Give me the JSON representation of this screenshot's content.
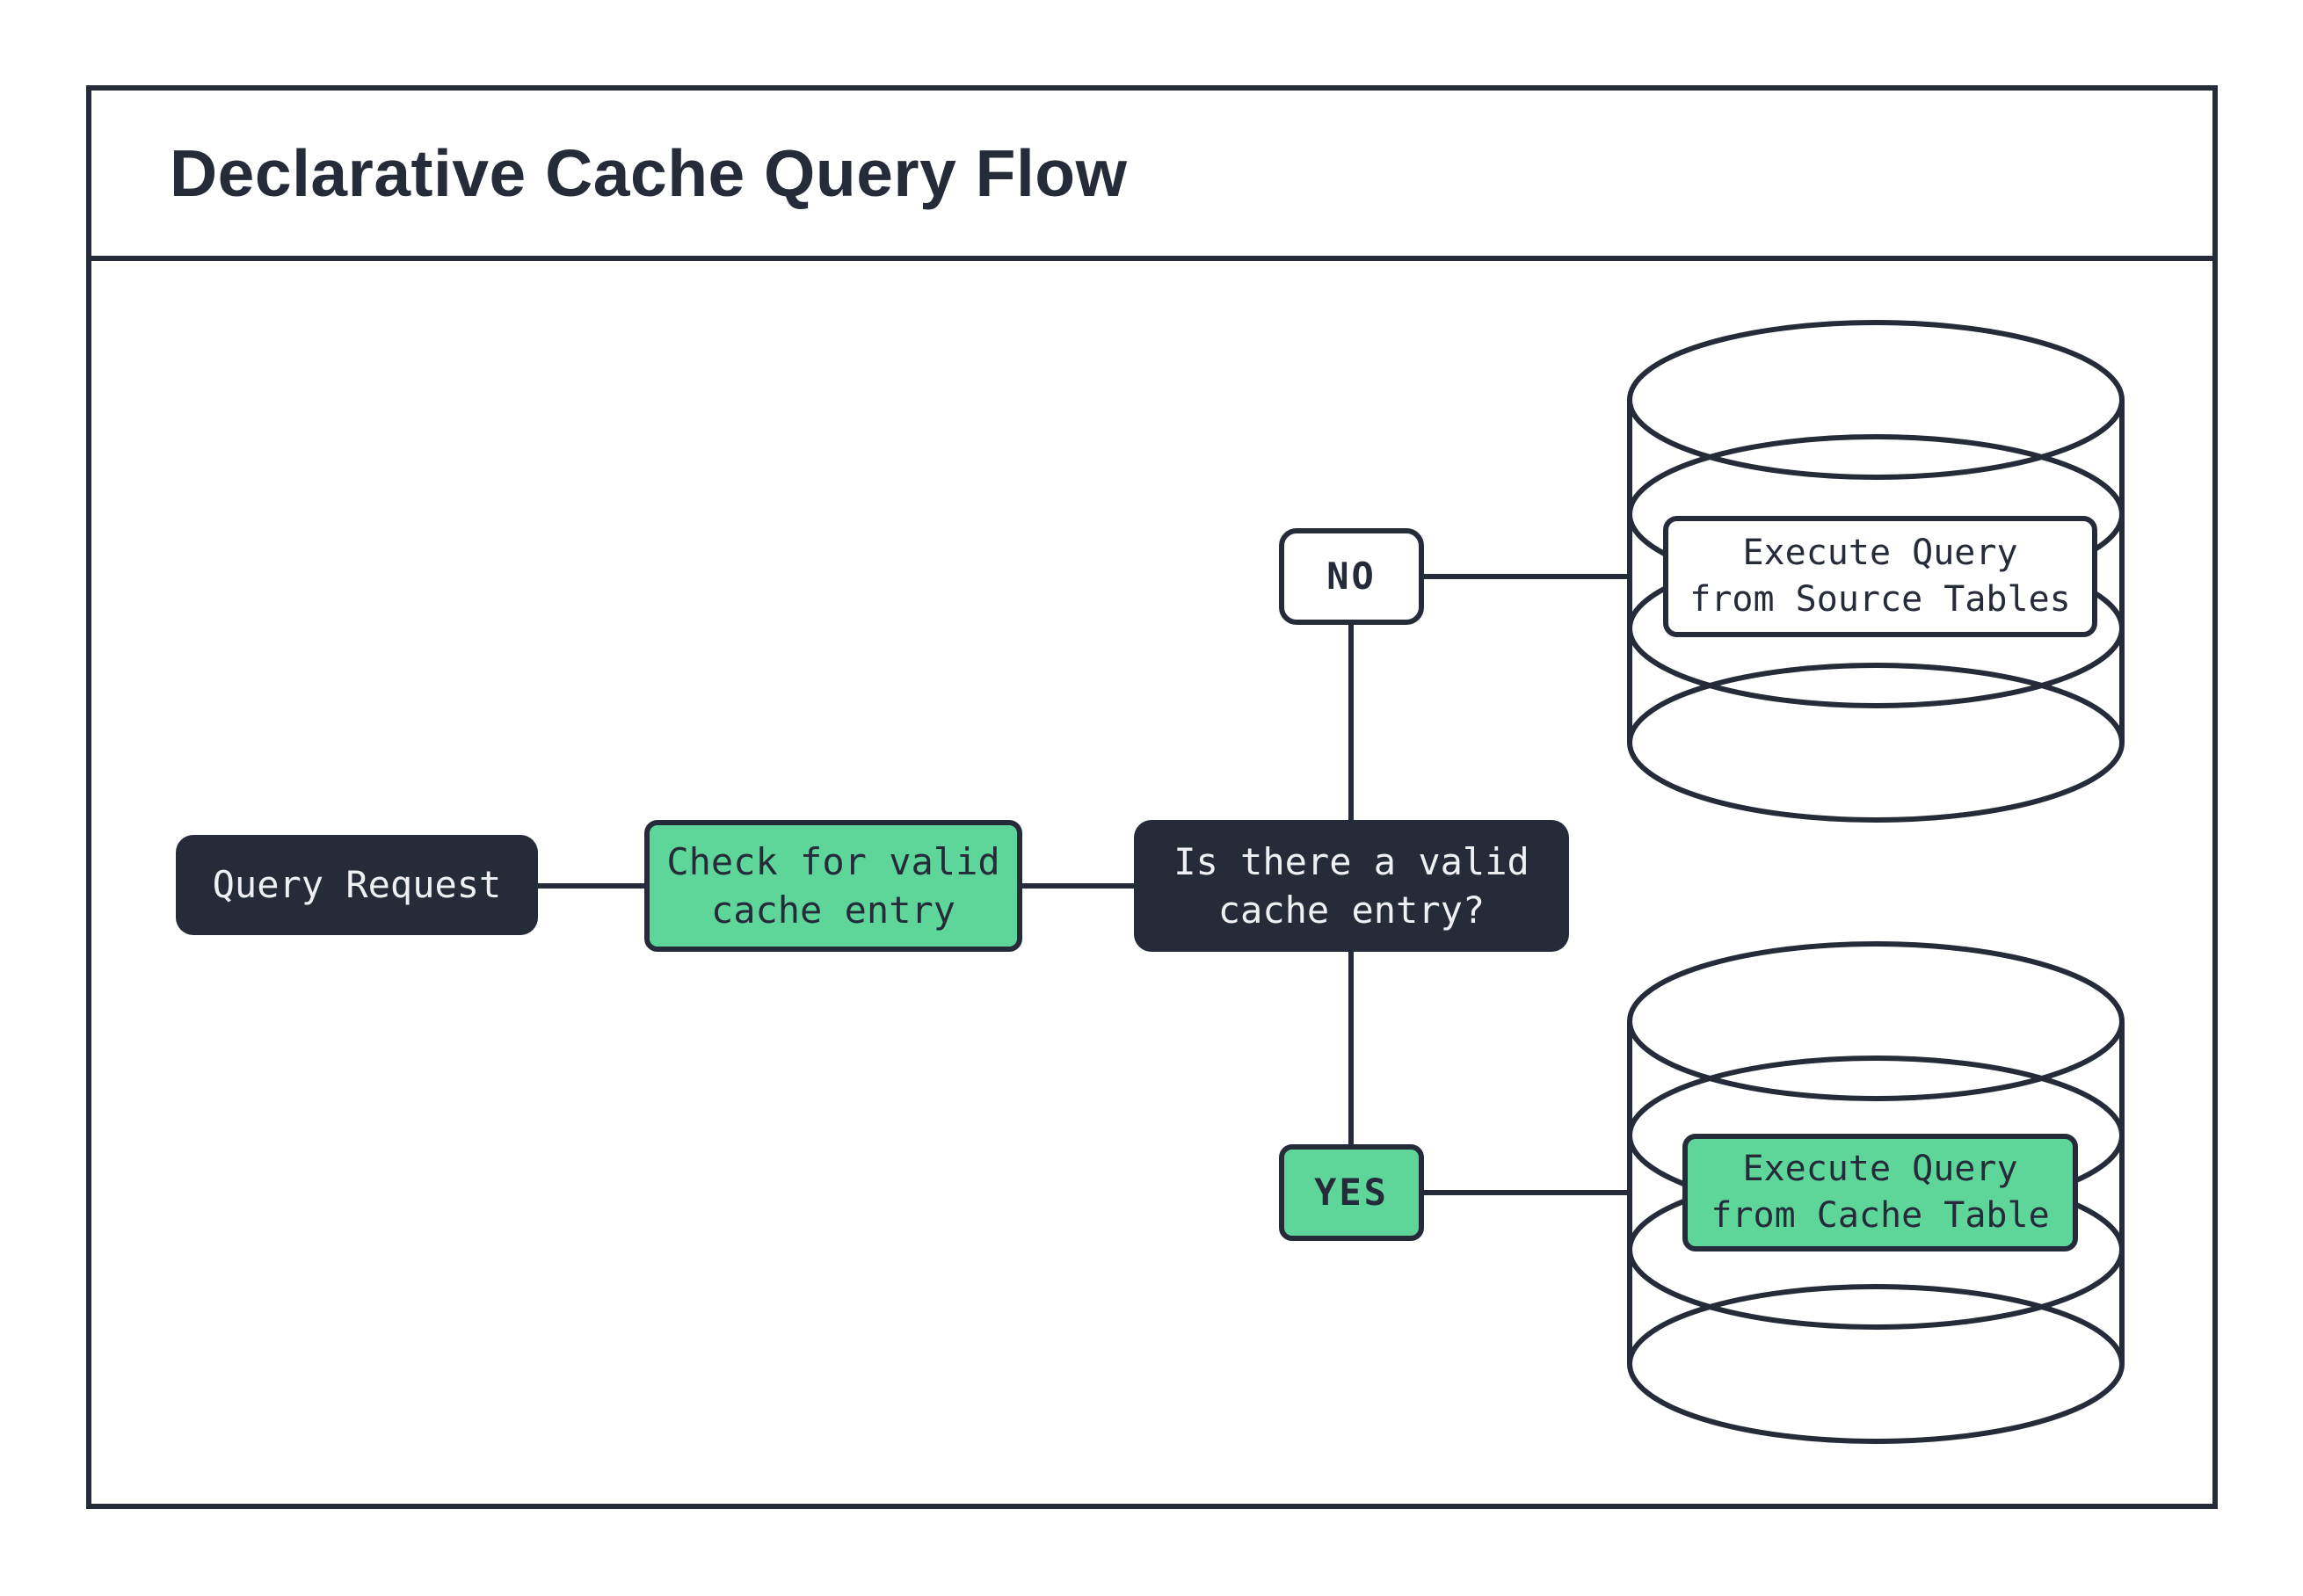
{
  "title": "Declarative Cache Query Flow",
  "nodes": {
    "query_request": {
      "label": "Query Request"
    },
    "check_cache": {
      "label": "Check for valid\ncache entry"
    },
    "decision": {
      "label": "Is there a valid\ncache entry?"
    },
    "branch_no": {
      "label": "NO"
    },
    "branch_yes": {
      "label": "YES"
    },
    "source_db": {
      "label": "Execute Query\nfrom Source Tables"
    },
    "cache_db": {
      "label": "Execute Query\nfrom Cache Table"
    }
  },
  "colors": {
    "ink": "#262b3a",
    "green": "#5fd699",
    "light_text": "#eef0f3",
    "paper": "#ffffff"
  }
}
